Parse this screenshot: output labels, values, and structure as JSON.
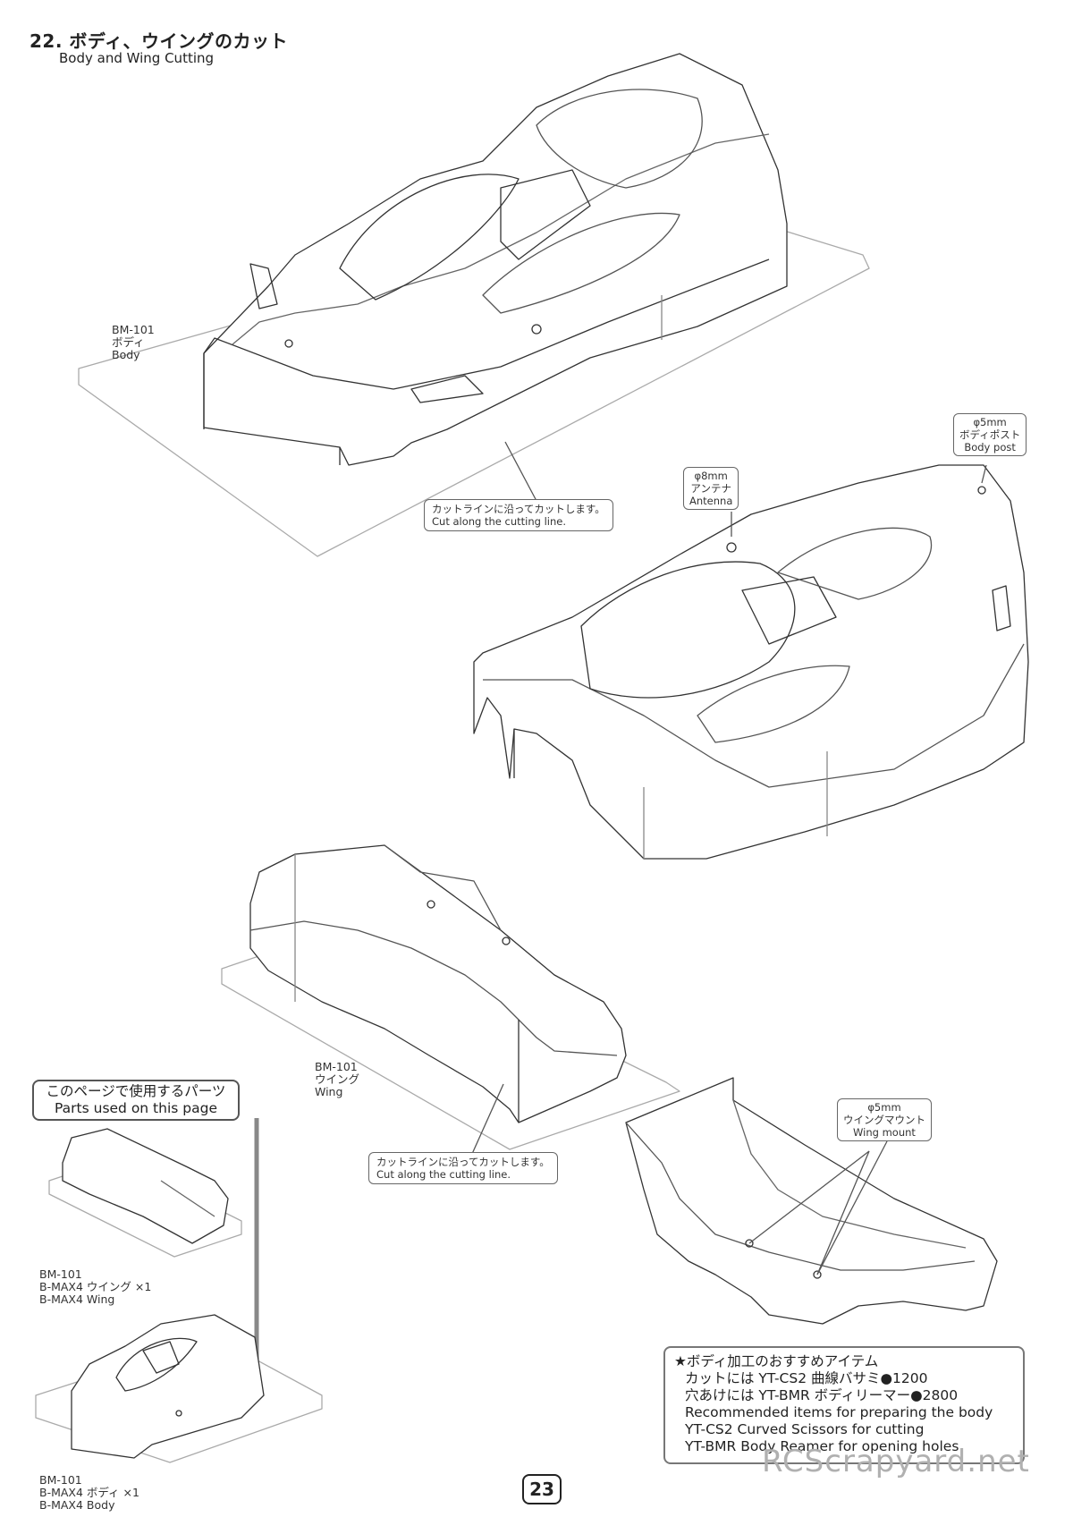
{
  "header": {
    "title_jp": "22. ボディ、ウイングのカット",
    "title_en": "Body and Wing Cutting"
  },
  "body_label": {
    "code": "BM-101",
    "jp": "ボディ",
    "en": "Body"
  },
  "body_callout": {
    "jp": "カットラインに沿ってカットします。",
    "en": "Cut along the cutting line."
  },
  "antenna_callout": {
    "size": "φ8mm",
    "jp": "アンテナ",
    "en": "Antenna"
  },
  "bodypost_callout": {
    "size": "φ5mm",
    "jp": "ボディポスト",
    "en": "Body post"
  },
  "wing_label": {
    "code": "BM-101",
    "jp": "ウイング",
    "en": "Wing"
  },
  "wing_callout": {
    "jp": "カットラインに沿ってカットします。",
    "en": "Cut along the cutting line."
  },
  "wingmount_callout": {
    "size": "φ5mm",
    "jp": "ウイングマウント",
    "en": "Wing mount"
  },
  "parts_box": {
    "jp": "このページで使用するパーツ",
    "en": "Parts used on this page"
  },
  "parts": [
    {
      "code": "BM-101",
      "jp": "B-MAX4 ウイング ×1",
      "en": "B-MAX4 Wing"
    },
    {
      "code": "BM-101",
      "jp": "B-MAX4 ボディ ×1",
      "en": "B-MAX4 Body"
    }
  ],
  "recommend": {
    "line1": "★ボディ加工のおすすめアイテム",
    "line2": "カットには YT-CS2 曲線バサミ●1200",
    "line3": "穴あけには YT-BMR ボディリーマー●2800",
    "line4": "Recommended items for preparing the body",
    "line5": "YT-CS2 Curved Scissors for cutting",
    "line6": "YT-BMR Body Reamer for opening holes"
  },
  "page_number": "23",
  "watermark": "RCScrapyard.net"
}
